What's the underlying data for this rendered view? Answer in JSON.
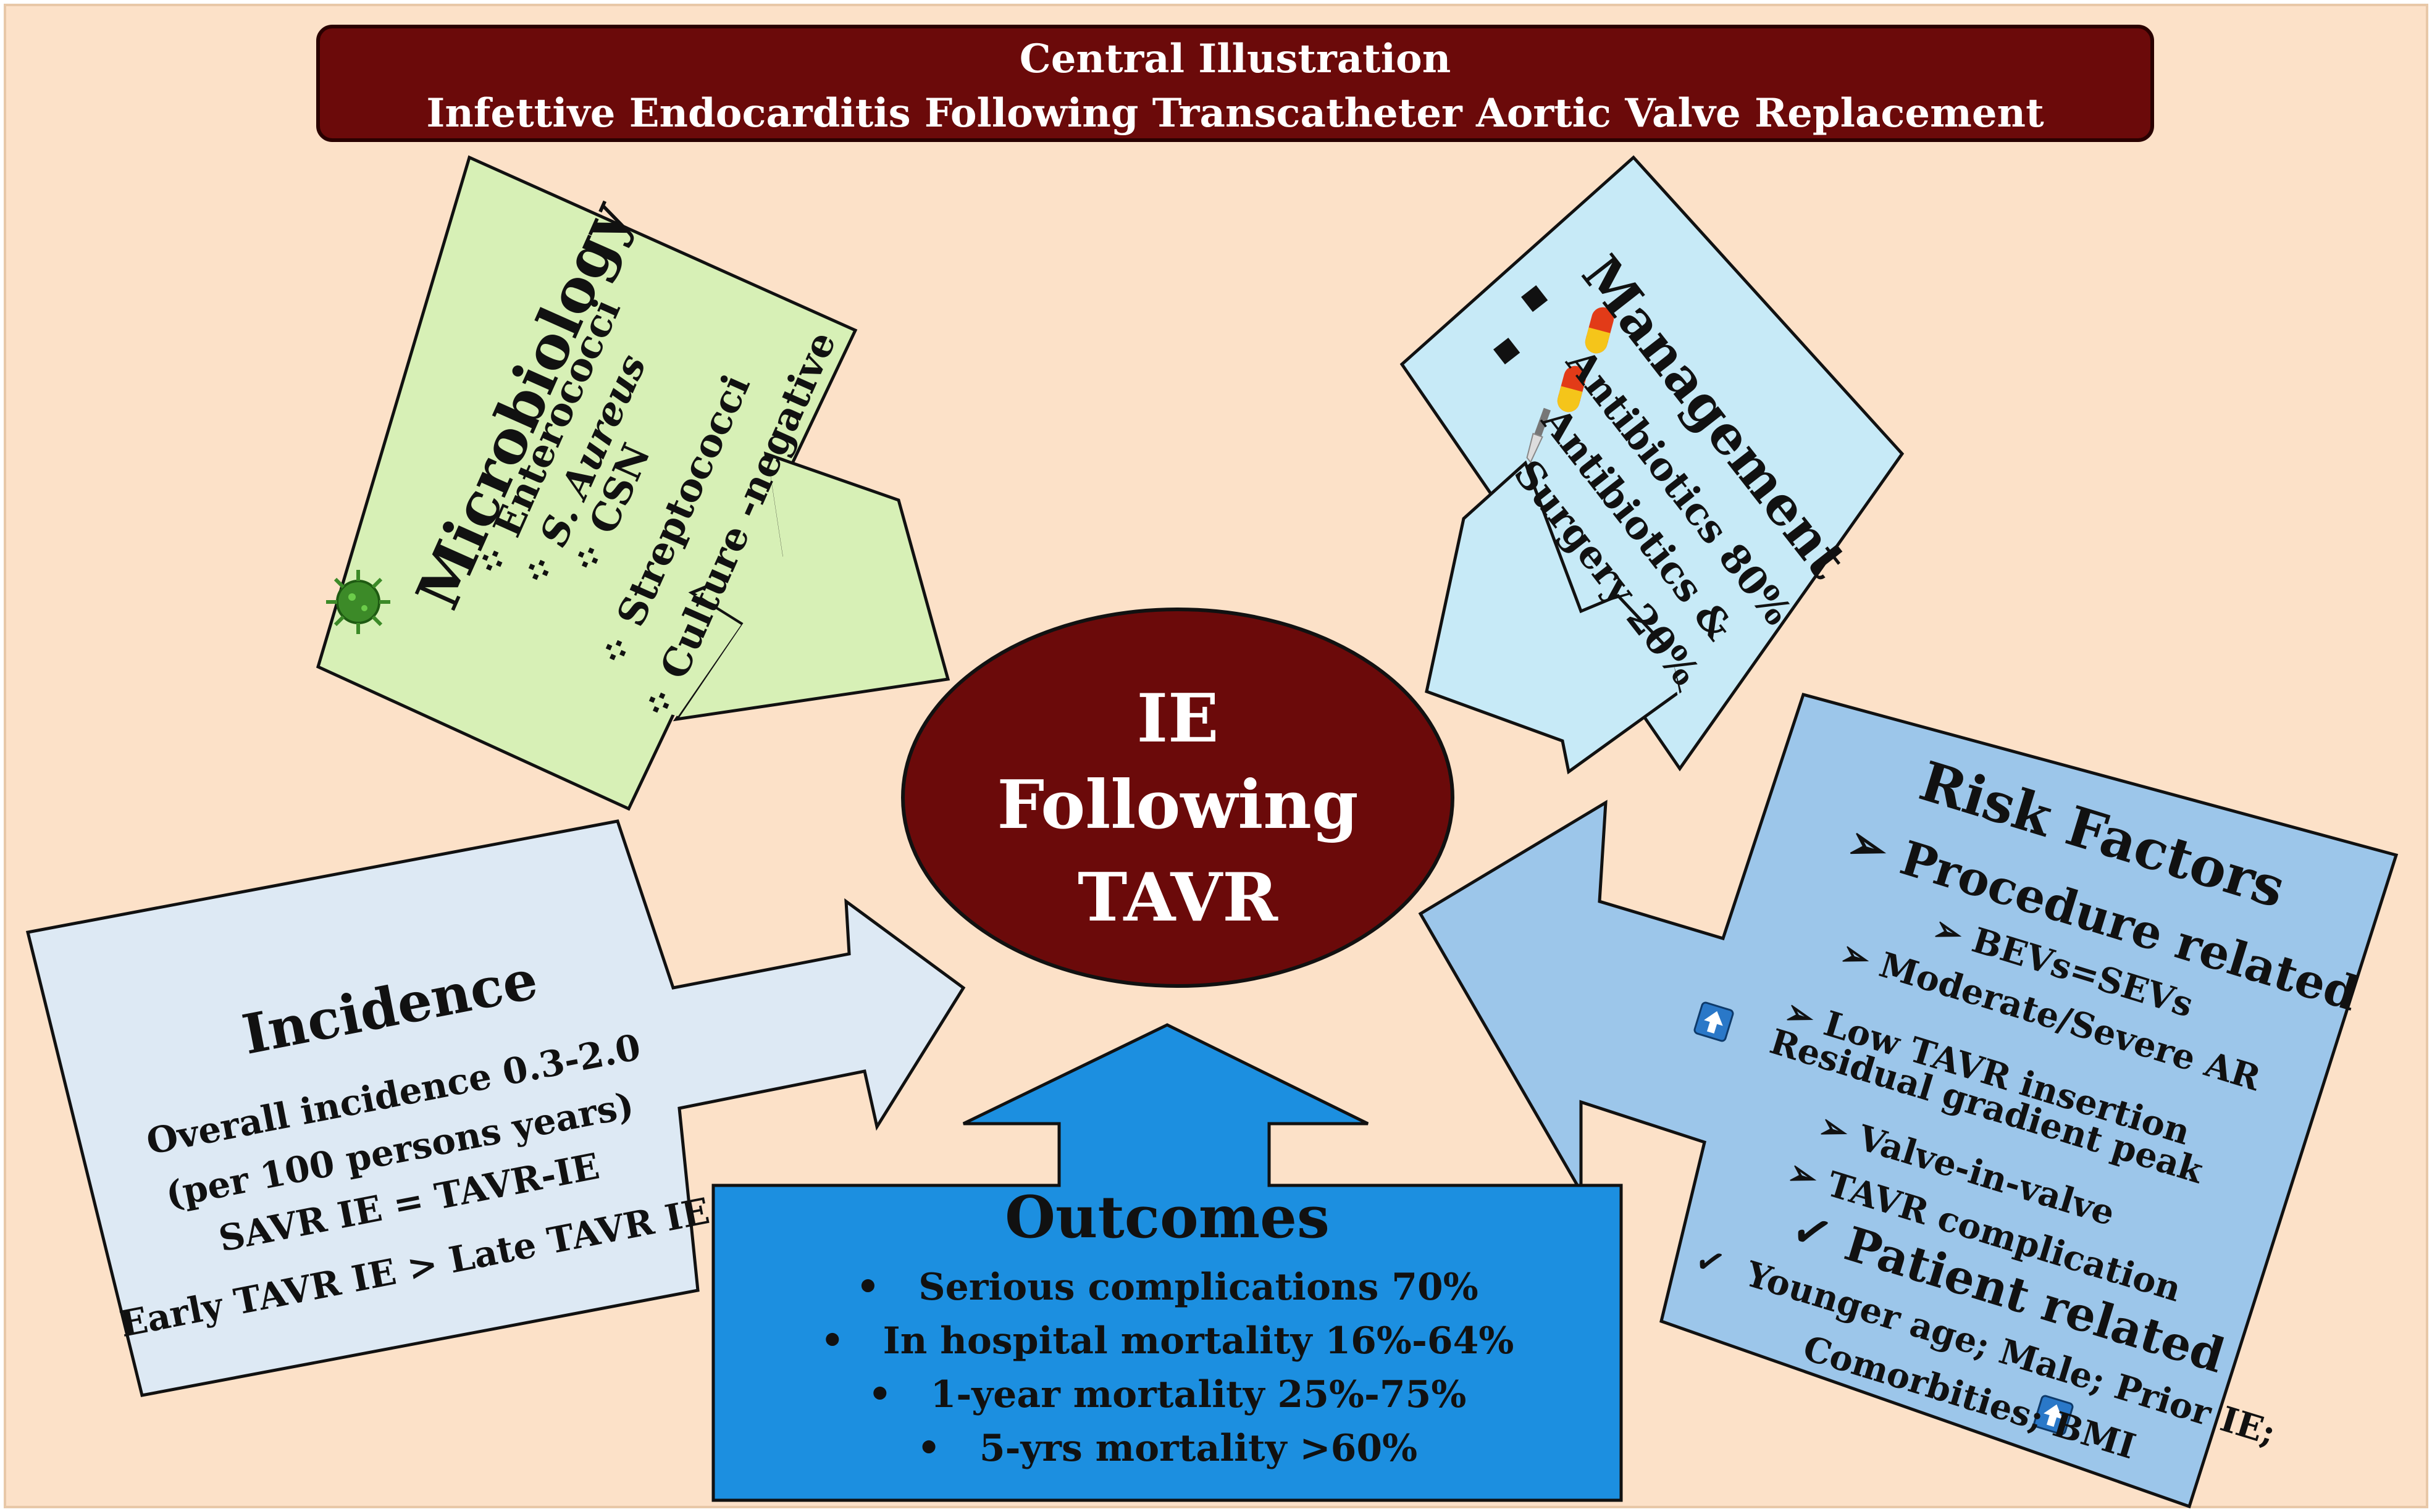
{
  "title": {
    "line1": "Central Illustration",
    "line2": "Infettive Endocarditis Following Transcatheter Aortic Valve Replacement"
  },
  "center": {
    "line1": "IE",
    "line2": "Following",
    "line3": "TAVR"
  },
  "microbiology": {
    "heading": "Microbiology",
    "items": [
      "Enterococci",
      "S. Aureus",
      "CSN",
      "Streptococci",
      "Culture -negative"
    ]
  },
  "management": {
    "heading": "Management",
    "items": [
      "Antibiotics 80%",
      "Antibiotics &",
      "Surgery 20%"
    ]
  },
  "incidence": {
    "heading": "Incidence",
    "lines": [
      "Overall incidence 0.3-2.0",
      "(per 100 persons years)",
      "SAVR IE = TAVR-IE",
      "Early TAVR IE > Late TAVR IE"
    ]
  },
  "outcomes": {
    "heading": "Outcomes",
    "items": [
      "Serious complications 70%",
      "In hospital mortality 16%-64%",
      "1-year mortality 25%-75%",
      "5-yrs mortality >60%"
    ]
  },
  "risk_factors": {
    "heading": "Risk Factors",
    "procedure_heading": "Procedure related",
    "procedure_items": [
      "BEVs=SEVs",
      "Moderate/Severe AR",
      "Low TAVR insertion",
      "Residual gradient peak",
      "Valve-in-valve",
      "TAVR complication"
    ],
    "patient_heading": "Patient related",
    "patient_lines": [
      "Younger age; Male; Prior IE;",
      "Comorbities;  BMI"
    ]
  },
  "colors": {
    "background": "#fce1c8",
    "title_bar": "#6b0a0a",
    "ellipse": "#6b0a0a",
    "microbiology": "#d7f0b6",
    "management": "#c7eaf7",
    "incidence": "#dde9f4",
    "outcomes": "#1c8fe0",
    "risk_factors": "#9cc6ea"
  }
}
